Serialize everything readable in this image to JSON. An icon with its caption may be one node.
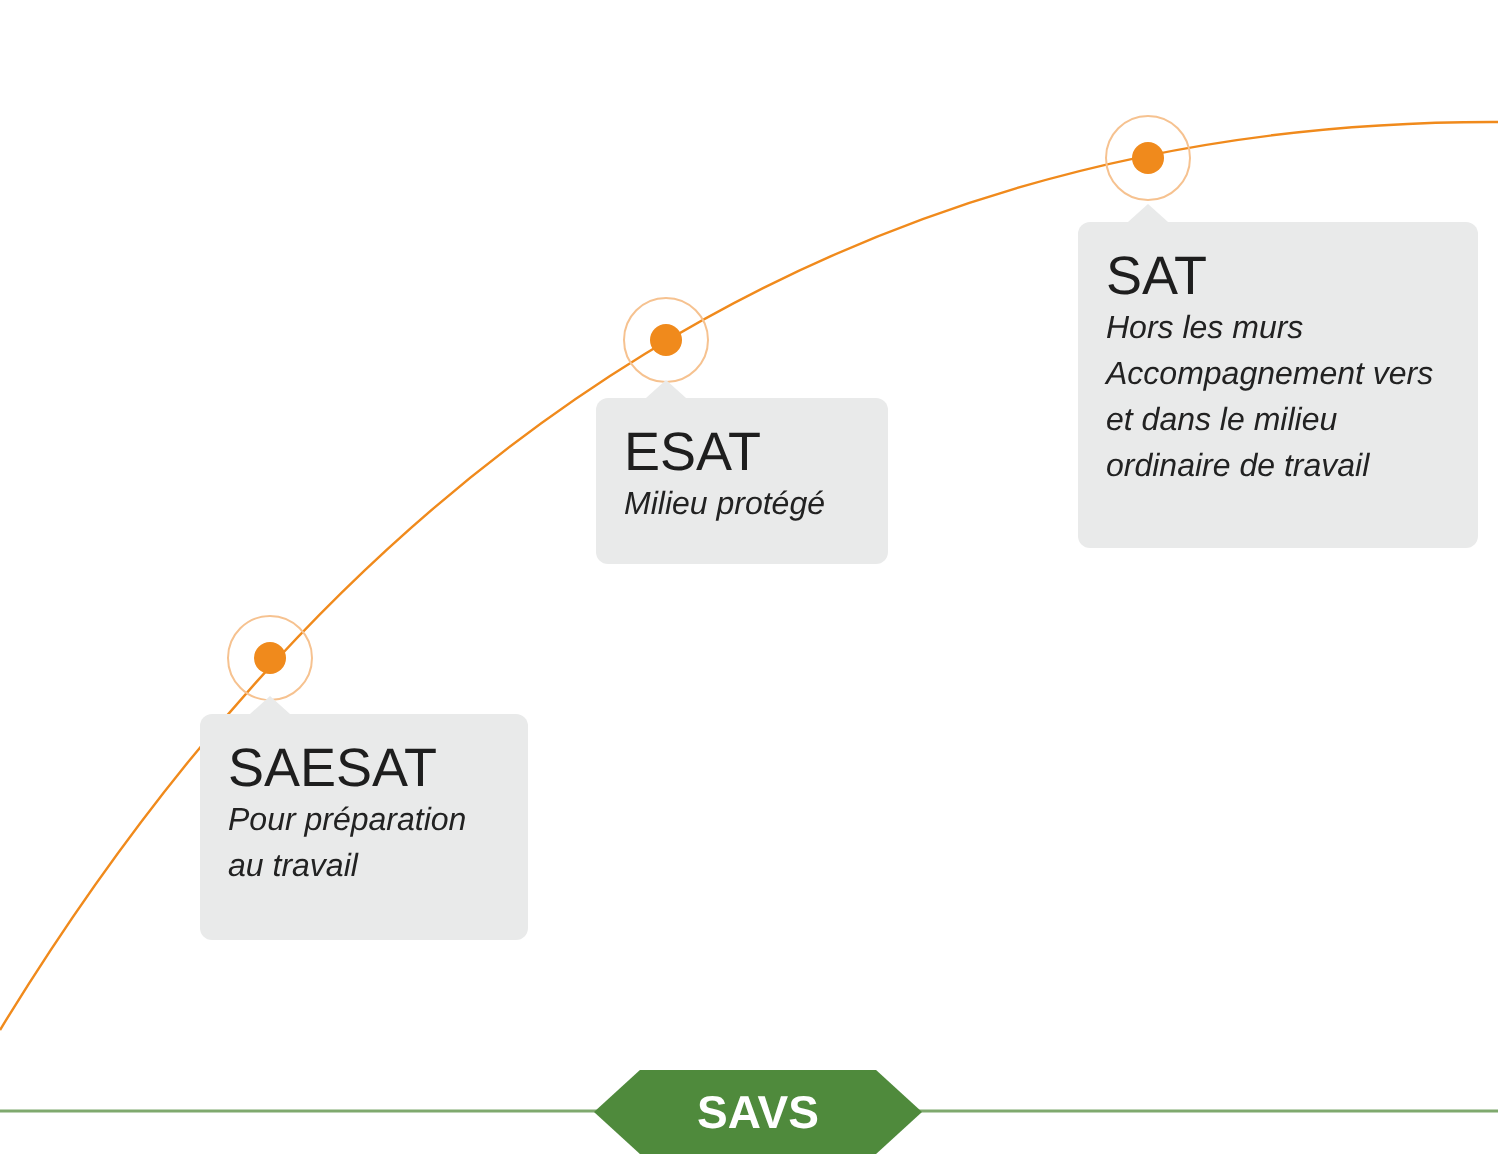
{
  "diagram": {
    "nodes": [
      {
        "text": [
          "SAESAT",
          "Pour préparation au travail"
        ]
      },
      {
        "text": [
          "ESAT",
          "Milieu protégé"
        ]
      },
      {
        "text": [
          "SAT",
          "Hors les murs",
          "Accompagnement vers et dans le milieu ordinaire de travail"
        ]
      },
      {
        "text": [
          "SAVS"
        ]
      }
    ]
  }
}
